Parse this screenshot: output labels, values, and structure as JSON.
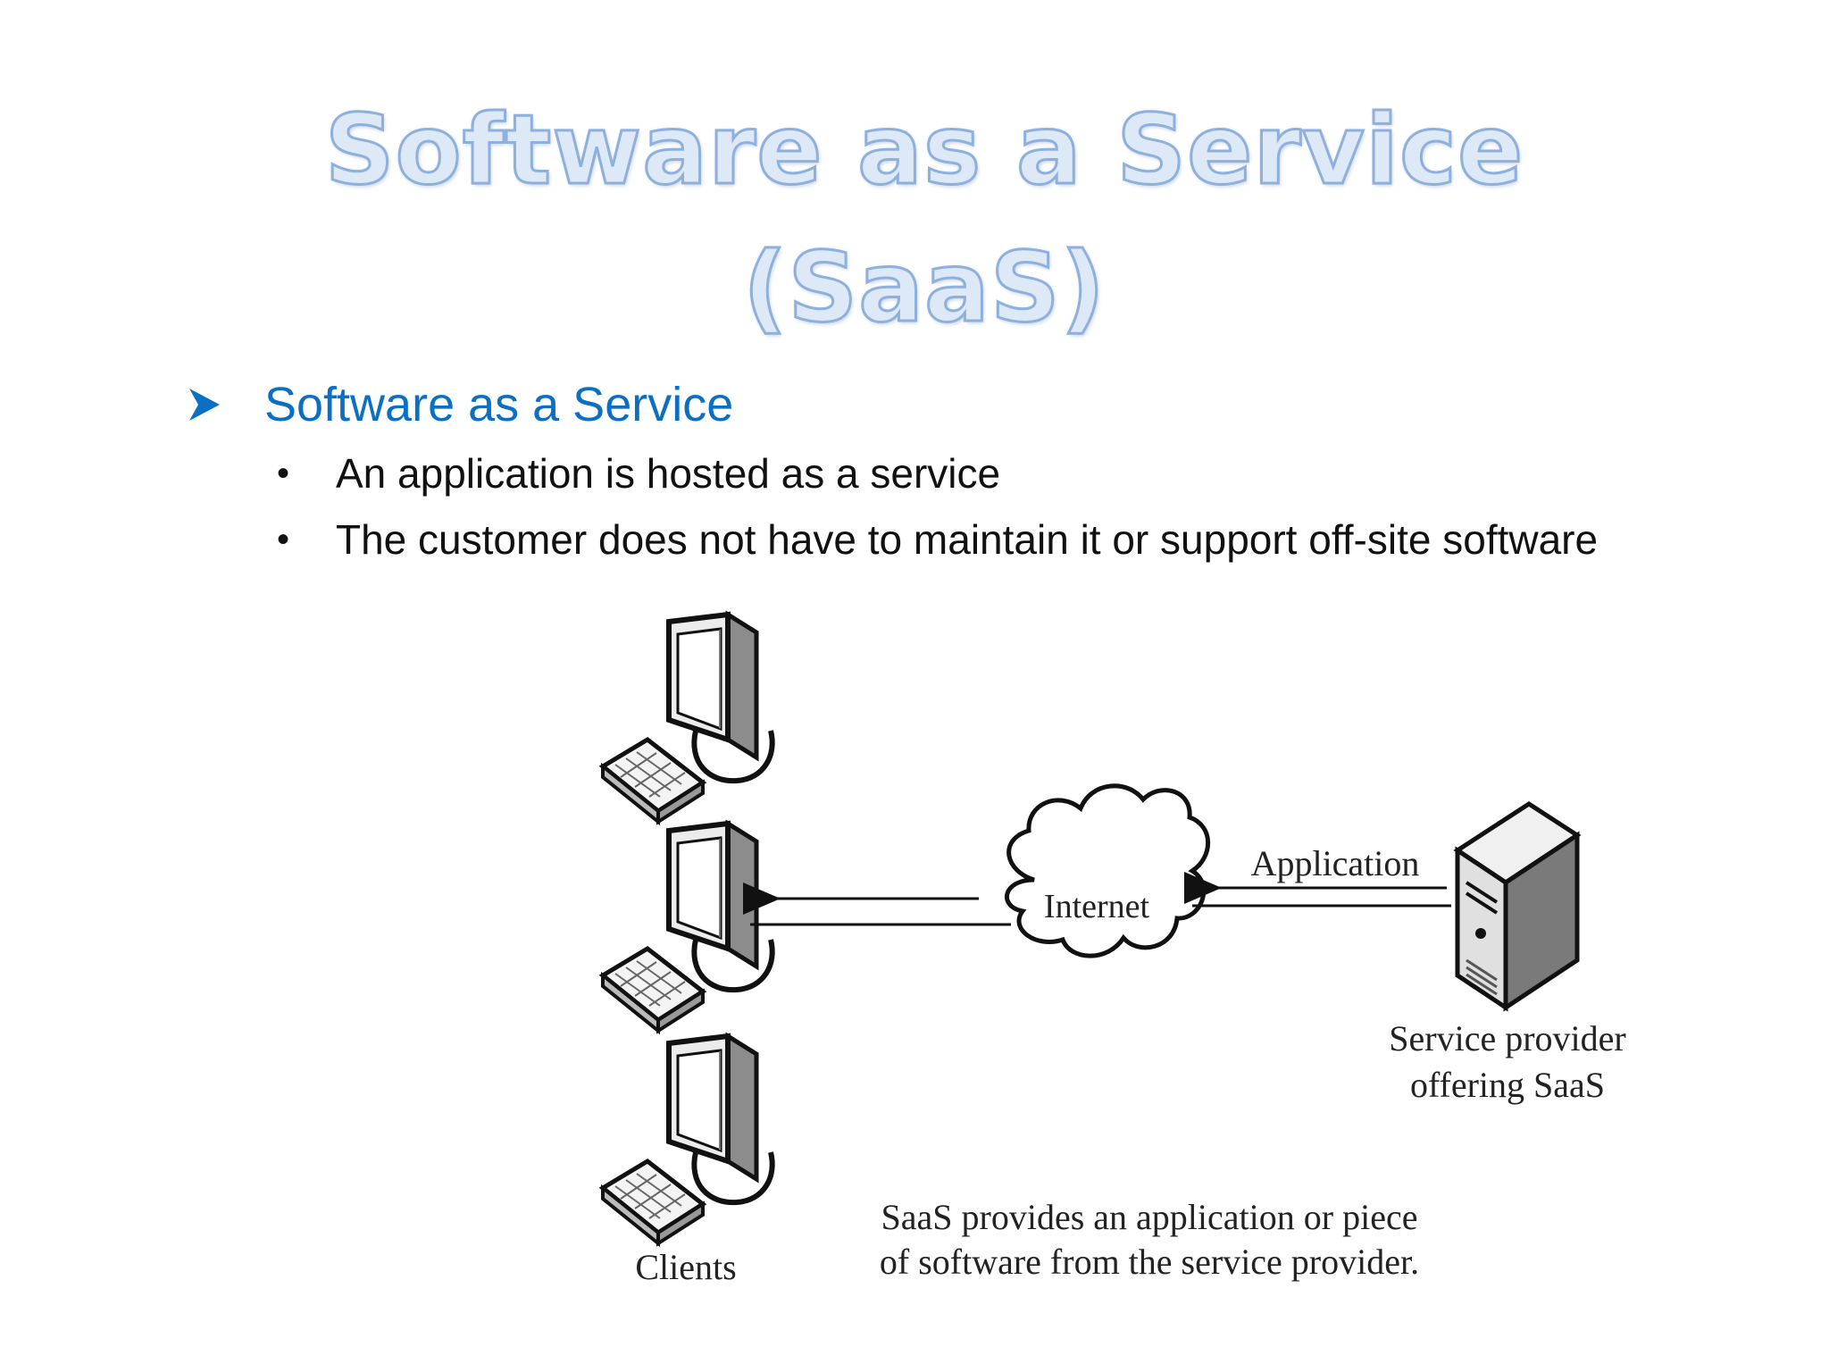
{
  "title": {
    "line1": "Software as a Service",
    "line2": "(SaaS)"
  },
  "heading": {
    "icon": "arrow-bullet-icon",
    "text": "Software as a Service"
  },
  "bullets": [
    "An application is hosted as a service",
    "The customer does not have to maintain it or support off-site software"
  ],
  "diagram": {
    "internet_label": "Internet",
    "application_label": "Application",
    "provider_label_line1": "Service provider",
    "provider_label_line2": "offering SaaS",
    "clients_label": "Clients",
    "caption_line1": "SaaS provides an application or piece",
    "caption_line2": "of software from the service provider."
  },
  "colors": {
    "heading": "#0b6fc4",
    "title_fill": "#dde9f7",
    "title_outline": "#8fb0dc"
  }
}
